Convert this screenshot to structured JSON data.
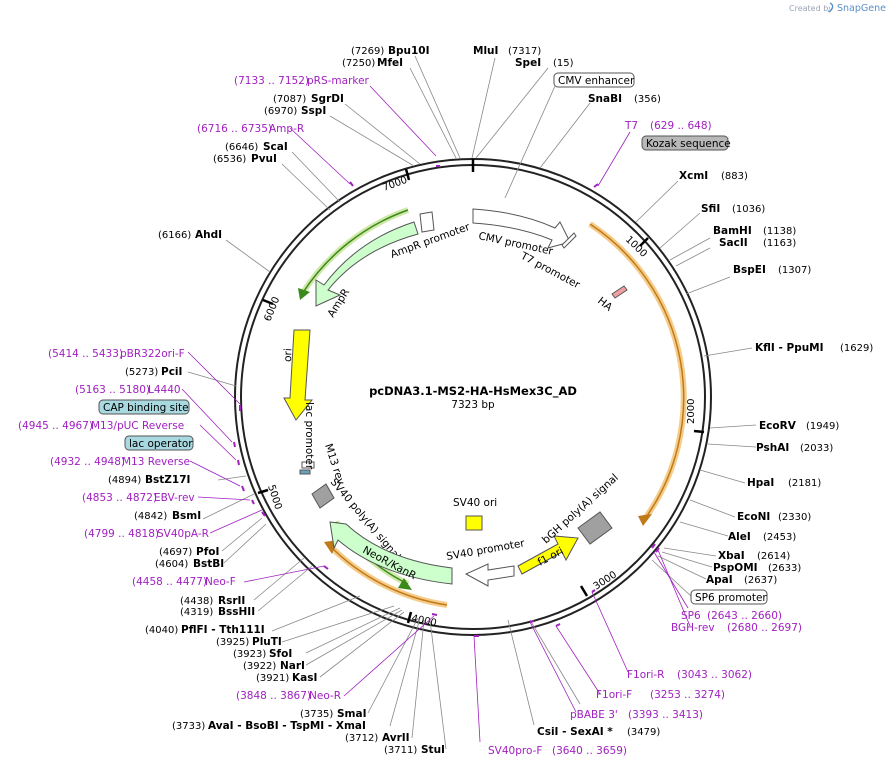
{
  "header": {
    "credit_prefix": "Created by",
    "brand": "SnapGene",
    "brand_icon": "snapgene-logo-icon"
  },
  "plasmid": {
    "name": "pcDNA3.1-MS2-HA-HsMex3C_AD",
    "length_label": "7323 bp"
  },
  "ticks": [
    "1000",
    "2000",
    "3000",
    "4000",
    "5000",
    "6000",
    "7000"
  ],
  "colors": {
    "primer": "#a020c0",
    "promoter": "#ffffff",
    "amp": "#ccffcc",
    "ori": "#ffff00",
    "neo": "#ccffcc",
    "polyA": "#a0a0a0",
    "orf_outline": "#e8a33b"
  },
  "site_labels": [
    {
      "pos": "(7269)",
      "name": "Bpu10I"
    },
    {
      "pos": "(7250)",
      "name": "MfeI"
    },
    {
      "pos": "(7317)",
      "name": "MluI"
    },
    {
      "pos": "(15)",
      "name": "SpeI"
    },
    {
      "pos": "(356)",
      "name": "SnaBI"
    },
    {
      "pos": "(7087)",
      "name": "SgrDI"
    },
    {
      "pos": "(6970)",
      "name": "SspI"
    },
    {
      "pos": "(6646)",
      "name": "ScaI"
    },
    {
      "pos": "(6536)",
      "name": "PvuI"
    },
    {
      "pos": "(6166)",
      "name": "AhdI"
    },
    {
      "pos": "(883)",
      "name": "XcmI"
    },
    {
      "pos": "(1036)",
      "name": "SfiI"
    },
    {
      "pos": "(1138)",
      "name": "BamHI"
    },
    {
      "pos": "(1163)",
      "name": "SacII"
    },
    {
      "pos": "(1307)",
      "name": "BspEI"
    },
    {
      "pos": "(1629)",
      "name": "KflI  -  PpuMI"
    },
    {
      "pos": "(1949)",
      "name": "EcoRV"
    },
    {
      "pos": "(2033)",
      "name": "PshAI"
    },
    {
      "pos": "(2181)",
      "name": "HpaI"
    },
    {
      "pos": "(2330)",
      "name": "EcoNI"
    },
    {
      "pos": "(2453)",
      "name": "AleI"
    },
    {
      "pos": "(2614)",
      "name": "XbaI"
    },
    {
      "pos": "(2633)",
      "name": "PspOMI"
    },
    {
      "pos": "(2637)",
      "name": "ApaI"
    },
    {
      "pos": "(5273)",
      "name": "PciI"
    },
    {
      "pos": "(4894)",
      "name": "BstZ17I"
    },
    {
      "pos": "(4842)",
      "name": "BsmI"
    },
    {
      "pos": "(4697)",
      "name": "PfoI"
    },
    {
      "pos": "(4604)",
      "name": "BstBI"
    },
    {
      "pos": "(4438)",
      "name": "RsrII"
    },
    {
      "pos": "(4319)",
      "name": "BssHII"
    },
    {
      "pos": "(4040)",
      "name": "PflFI  -  Tth111I"
    },
    {
      "pos": "(3925)",
      "name": "PluTI"
    },
    {
      "pos": "(3923)",
      "name": "SfoI"
    },
    {
      "pos": "(3922)",
      "name": "NarI"
    },
    {
      "pos": "(3921)",
      "name": "KasI"
    },
    {
      "pos": "(3735)",
      "name": "SmaI"
    },
    {
      "pos": "(3733)",
      "name": "AvaI  -  BsoBI  -  TspMI  -  XmaI"
    },
    {
      "pos": "(3712)",
      "name": "AvrII"
    },
    {
      "pos": "(3711)",
      "name": "StuI"
    },
    {
      "pos": "(3479)",
      "name": "CsiI  -  SexAI *"
    }
  ],
  "primers": [
    {
      "name": "pRS-marker",
      "range": "(7133 .. 7152)"
    },
    {
      "name": "Amp-R",
      "range": "(6716 .. 6735)"
    },
    {
      "name": "T7",
      "range": "(629 .. 648)"
    },
    {
      "name": "pBR322ori-F",
      "range": "(5414 .. 5433)"
    },
    {
      "name": "L4440",
      "range": "(5163 .. 5180)"
    },
    {
      "name": "M13/pUC Reverse",
      "range": "(4945 .. 4967)"
    },
    {
      "name": "M13 Reverse",
      "range": "(4932 .. 4948)"
    },
    {
      "name": "EBV-rev",
      "range": "(4853 .. 4872)"
    },
    {
      "name": "SV40pA-R",
      "range": "(4799 .. 4818)"
    },
    {
      "name": "Neo-F",
      "range": "(4458 .. 4477)"
    },
    {
      "name": "Neo-R",
      "range": "(3848 .. 3867)"
    },
    {
      "name": "SV40pro-F",
      "range": "(3640 .. 3659)"
    },
    {
      "name": "pBABE 3'",
      "range": "(3393 .. 3413)"
    },
    {
      "name": "F1ori-F",
      "range": "(3253 .. 3274)"
    },
    {
      "name": "F1ori-R",
      "range": "(3043 .. 3062)"
    },
    {
      "name": "SP6",
      "range": "(2643 .. 2660)"
    },
    {
      "name": "BGH-rev",
      "range": "(2680 .. 2697)"
    }
  ],
  "boxed_features": [
    "CMV enhancer",
    "Kozak sequence",
    "CAP binding site",
    "lac operator",
    "SP6 promoter"
  ],
  "inner_features": [
    "CMV promoter",
    "T7 promoter",
    "HA",
    "AmpR promoter",
    "AmpR",
    "ori",
    "lac promoter",
    "M13 rev",
    "SV40 poly(A) signal",
    "NeoR/KanR",
    "SV40 promoter",
    "SV40 ori",
    "f1 ori",
    "bGH poly(A) signal"
  ]
}
